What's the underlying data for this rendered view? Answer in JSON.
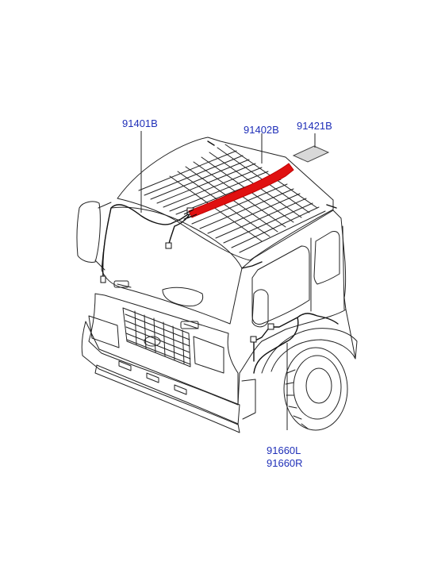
{
  "callouts": {
    "part_1": "91401B",
    "part_2": "91402B",
    "part_3": "91421B",
    "part_4a": "91660L",
    "part_4b": "91660R"
  },
  "colors": {
    "label": "#1f2fb8",
    "line": "#222222",
    "highlight": "#e01010",
    "pad": "#d8d8d8"
  }
}
